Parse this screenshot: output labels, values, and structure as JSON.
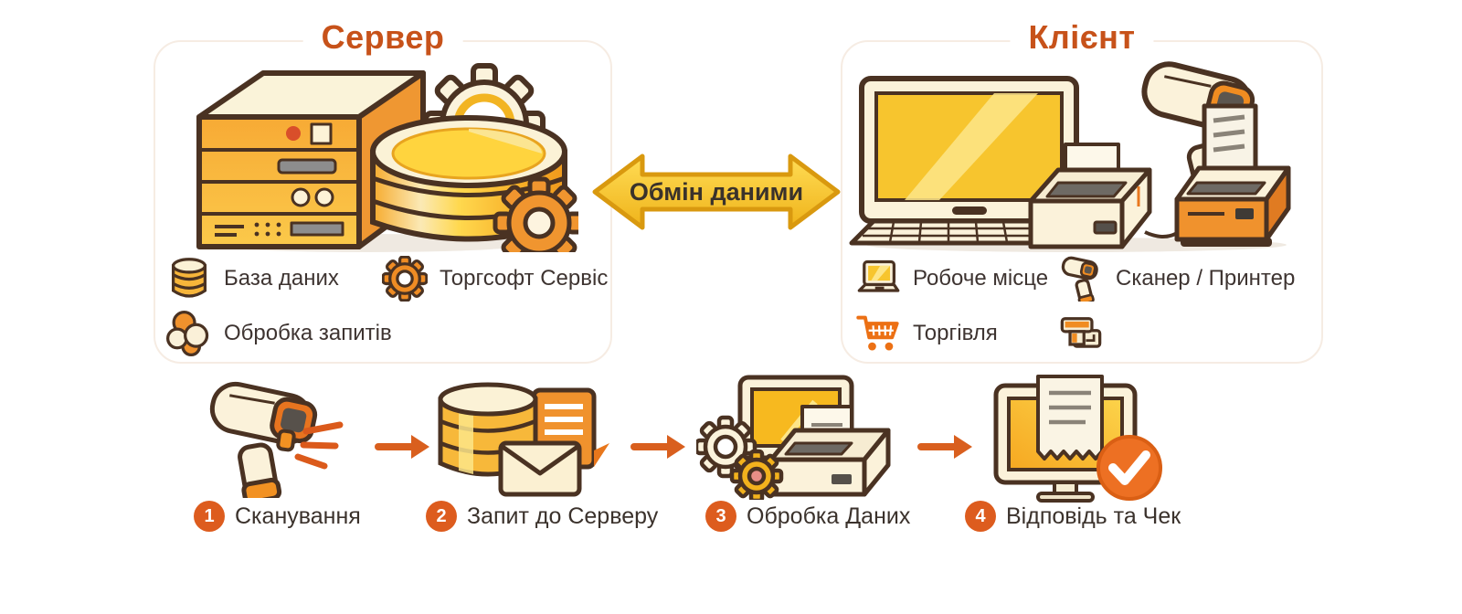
{
  "colors": {
    "title_orange": "#c7521a",
    "badge_orange": "#dd5c1e",
    "arrow_fill_top": "#ffdc55",
    "arrow_fill_bottom": "#efb31a",
    "arrow_border": "#d9990f",
    "outline_brown": "#4a3222",
    "text_dark": "#3e3431",
    "cream": "#fbf2da",
    "accent_orange": "#f0922d",
    "yellow": "#f7c52e"
  },
  "server": {
    "title": "Сервер",
    "illustration": "server-tower-database-gears",
    "legend": [
      {
        "icon": "database-icon",
        "label": "База даних"
      },
      {
        "icon": "gear-icon",
        "label": "Торгсофт Сервіс"
      },
      {
        "icon": "process-circles-icon",
        "label": "Обробка запитів"
      }
    ]
  },
  "client": {
    "title": "Клієнт",
    "illustration": "workstation-printer-scanner-receipt-printer",
    "legend": [
      {
        "icon": "laptop-icon",
        "label": "Робоче місце"
      },
      {
        "icon": "barcode-scanner-icon",
        "label": "Сканер / Принтер"
      },
      {
        "icon": "shopping-cart-icon",
        "label": "Торгівля"
      },
      {
        "icon": "label-printer-icon",
        "label": ""
      }
    ]
  },
  "exchange": {
    "label": "Обмін даними"
  },
  "steps": [
    {
      "number": "1",
      "label": "Сканування",
      "icon": "barcode-scanner-rays-icon"
    },
    {
      "number": "2",
      "label": "Запит до Серверу",
      "icon": "database-envelope-icon"
    },
    {
      "number": "3",
      "label": "Обробка Даних",
      "icon": "gears-monitor-printer-icon"
    },
    {
      "number": "4",
      "label": "Відповідь та Чек",
      "icon": "monitor-receipt-check-icon"
    }
  ]
}
